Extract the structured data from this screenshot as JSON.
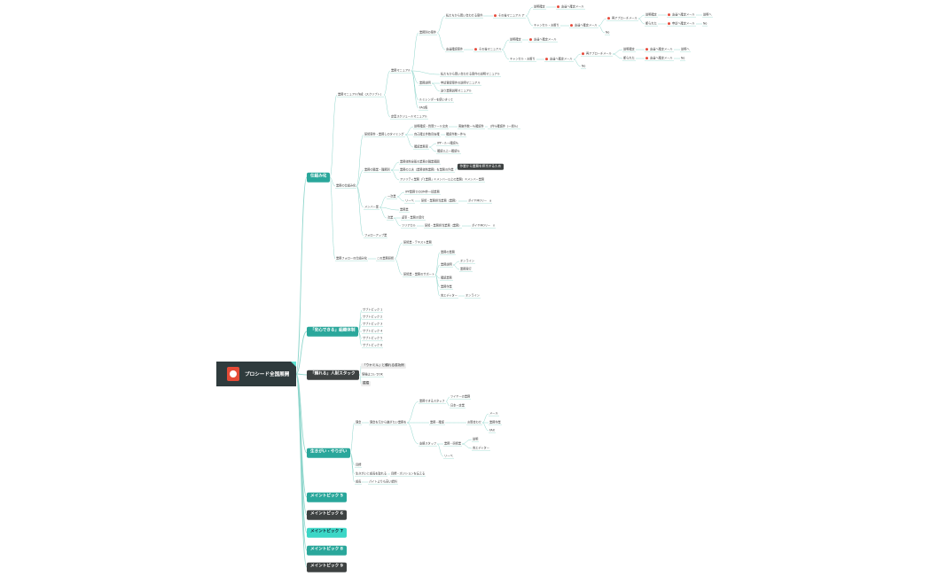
{
  "root": {
    "label": "プロシード全国展開",
    "icon": "book-icon"
  },
  "colors": {
    "link": "#8fd6cc",
    "root_bg": "#2f3b3d",
    "teal": "#2aa79b",
    "cyan": "#3bd6c6",
    "grey": "#3e4242",
    "red": "#e64b3c"
  },
  "main_topics": [
    "仕組み化",
    "「安心できる」組織体制",
    "「頼れる」人財スタック",
    "生きがい・やりがい",
    "メイントピック 5",
    "メイントピック 6",
    "メイントピック 7",
    "メイントピック 8",
    "メイントピック 9"
  ],
  "subtopics": [
    "サブトピック 1",
    "サブトピック 2",
    "サブトピック 3",
    "サブトピック 4",
    "サブトピック 5",
    "サブトピック 6"
  ],
  "stack_items": [
    "「ウヤミル」と頼れる成功例",
    "現場はコレでOK",
    "嬉嬉"
  ],
  "labels": {
    "a1": "業務マニュアル作成（スクリプト）",
    "a2": "業務マニュアル",
    "a3": "業務別の案件",
    "a4": "私たちから問い合わせる案件",
    "a5": "その後マニュアル ア",
    "a6": "説明確定",
    "a7": "友達へ確定メール",
    "a8": "キャンセル・お断り",
    "a9": "友達へ確定メール",
    "a10": "再アプローチメール",
    "a11": "説明確定",
    "a12": "友達へ確定メール",
    "a13": "説明へ",
    "a14": "断られた",
    "a15": "申請へ確定メール",
    "a16": "No",
    "a17": "No",
    "a18": "友達確認案件",
    "a19": "その後マニュアル",
    "a20": "説明確定",
    "a21": "友達へ確定メール",
    "a22": "キャンセル・お断り",
    "a23": "友達へ確定メール",
    "a24": "再アプローチメール",
    "a25": "説明確定",
    "a26": "友達へ確定メール",
    "a27": "説明へ",
    "a28": "断られた",
    "a29": "友達へ確定メール",
    "a30": "No",
    "a31": "No",
    "a32": "私たちから問い合わせる案件の説明マニュアル",
    "a33": "業務説明",
    "a34": "申請登録案件の説明マニュアル",
    "a35": "送り業務説明マニュアル",
    "a36": "ルミレンダーを使いきって",
    "a37": "FAQ集",
    "a38": "定型スケジュールマニュアル",
    "b1": "業務の仕組み化",
    "b2": "研修案件・業務しのタイミング",
    "b3": "説明確認・質問ツール文言",
    "b4": "実施件数ー％確認件",
    "b5": "（件％確認件（一括％）",
    "b6": "自己確立件数目安確",
    "b7": "確認件数ー件％",
    "b8": "確認業務率",
    "b9": "IPP・ル一確認％",
    "b10": "確認以上一確認％",
    "b11": "業務の職業・職務別",
    "b12": "業務体制全般の業務の職業範囲",
    "b13": "業務の工夫（業務体制業務）を業務の作業",
    "b14": "アジリティ業務（「1業務」①メンバー以上の業務）②メンバー業務",
    "b15": "作業から業務を担当するため",
    "b16": "メンバー業",
    "b17": "一次業",
    "b18": "IPP業務でのDM件一括業務",
    "b19": "リーベ",
    "b20": "研修・業務担当業務（業務）",
    "b21": "ダイヤMOリー　a",
    "b22": "業務業",
    "b23": "次業",
    "b24": "返事・業務の受付",
    "b25": "ツリアカル",
    "b26": "研修・業務担当業務（業務）",
    "b27": "ダイヤMOリー　n",
    "b28": "フォローアップ業",
    "c1": "業務フォローの仕組み化",
    "c2": "この業務研修",
    "c3": "研修業・テキスト業務",
    "c4": "研修業・業務のサポート",
    "c5": "業務の業務",
    "c6": "業務説明",
    "c7": "オンライン",
    "c8": "業務実行",
    "c9": "確認業務",
    "c10": "業務作業",
    "c11": "完エディター",
    "c12": "オンライン",
    "d1": "理念",
    "d2": "理念を元から継ぎたい業務を",
    "d3": "業務できるスタッフ",
    "d4": "ツイヤーの業務",
    "d5": "日本一定業",
    "d6": "業務・確認",
    "d7": "お問合わせ",
    "d8": "メール",
    "d9": "業務作業",
    "d10": "FAX",
    "d11": "支援スタッフ",
    "d12": "業務・研修業",
    "d13": "説明",
    "d14": "完エディター",
    "d15": "リーベ",
    "d16": "目標",
    "d17": "生きがいと成長を取れる",
    "d18": "目標・ポジションを伝える",
    "d19": "成長",
    "d20": "パイトよりも高い給料"
  }
}
